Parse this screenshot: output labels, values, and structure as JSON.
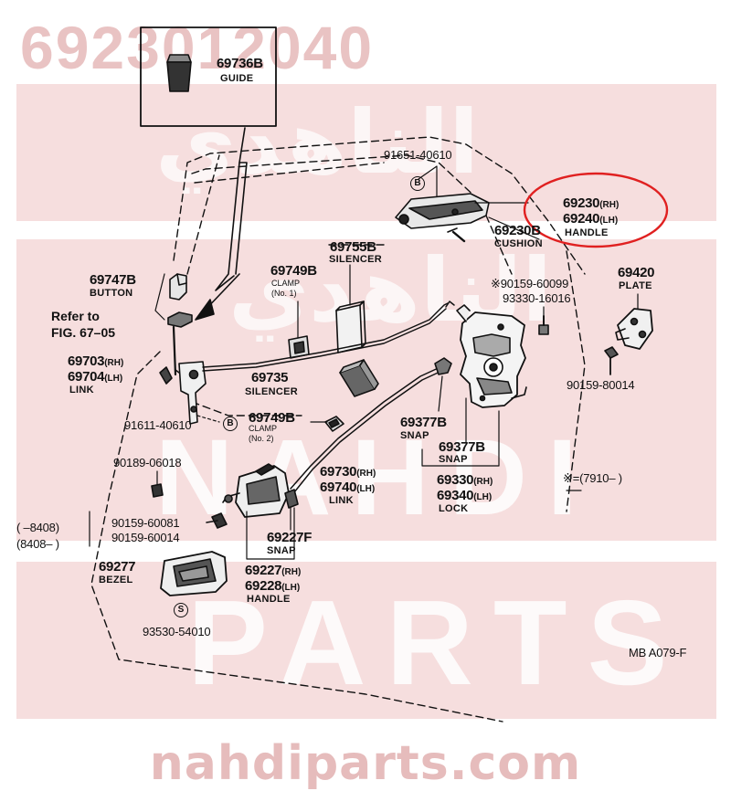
{
  "watermark": {
    "part_number": "6923012040",
    "arabic": "الناهدي",
    "brand_big": "NAHDI",
    "brand_parts": "PARTS",
    "site": "nahdiparts.com",
    "color": "#f6dede"
  },
  "highlight_color": "#e02020",
  "diagram": {
    "figure_code": "MB A079-F",
    "refer_to": "Refer to",
    "refer_fig": "FIG. 67–05",
    "bolt_ref_b": "B",
    "bolt_ref_s": "S",
    "footnote": "※=(7910–        )",
    "callouts": {
      "guide_pn": "69736B",
      "guide_name": "GUIDE",
      "bolt_91651": "91651-40610",
      "handle_outer_rh": "69230",
      "handle_outer_rh_sfx": "(RH)",
      "handle_outer_lh": "69240",
      "handle_outer_lh_sfx": "(LH)",
      "handle_outer_name": "HANDLE",
      "cushion_pn": "69230B",
      "cushion_name": "CUSHION",
      "silencer1_pn": "69755B",
      "silencer1_name": "SILENCER",
      "clamp1_pn": "69749B",
      "clamp1_name": "CLAMP",
      "clamp1_no": "(No. 1)",
      "button_pn": "69747B",
      "button_name": "BUTTON",
      "screw_90159_60099": "※90159-60099",
      "screw_93330": "93330-16016",
      "plate_pn": "69420",
      "plate_name": "PLATE",
      "link_rh": "69703",
      "link_rh_sfx": "(RH)",
      "link_lh": "69704",
      "link_lh_sfx": "(LH)",
      "link_name": "LINK",
      "silencer2_pn": "69735",
      "silencer2_name": "SILENCER",
      "bolt_91611": "91611-40610",
      "clamp2_pn": "69749B",
      "clamp2_name": "CLAMP",
      "clamp2_no": "(No. 2)",
      "snap1_pn": "69377B",
      "snap1_name": "SNAP",
      "snap2_pn": "69377B",
      "snap2_name": "SNAP",
      "screw_90159_80014": "90159-80014",
      "screw_90189": "90189-06018",
      "link2_rh": "69730",
      "link2_rh_sfx": "(RH)",
      "link2_lh": "69740",
      "link2_lh_sfx": "(LH)",
      "link2_name": "LINK",
      "lock_rh": "69330",
      "lock_rh_sfx": "(RH)",
      "lock_lh": "69340",
      "lock_lh_sfx": "(LH)",
      "lock_name": "LOCK",
      "range1": "(         –8408)",
      "range2": "(8408–         )",
      "screw_90159_60081": "90159-60081",
      "screw_90159_60014": "90159-60014",
      "snap3_pn": "69227F",
      "snap3_name": "SNAP",
      "bezel_pn": "69277",
      "bezel_name": "BEZEL",
      "handle_in_rh": "69227",
      "handle_in_rh_sfx": "(RH)",
      "handle_in_lh": "69228",
      "handle_in_lh_sfx": "(LH)",
      "handle_in_name": "HANDLE",
      "screw_93530": "93530-54010"
    }
  }
}
